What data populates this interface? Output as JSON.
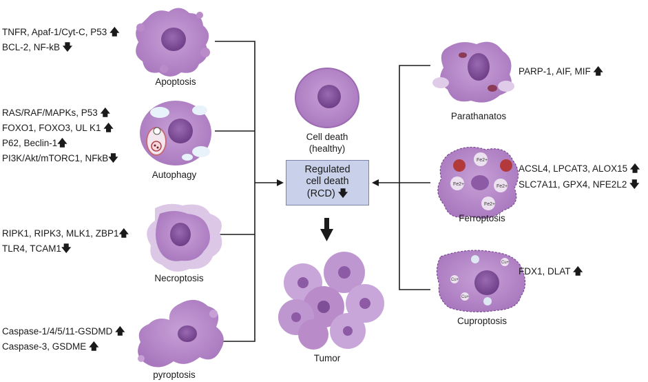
{
  "arrows": {
    "up": "🡅",
    "down": "🡇"
  },
  "left": {
    "apoptosis": {
      "label": "Apoptosis",
      "lines": [
        {
          "text": "TNFR, Apaf-1/Cyt-C, P53",
          "dir": "up"
        },
        {
          "text": "BCL-2, NF-kB",
          "dir": "down"
        }
      ]
    },
    "autophagy": {
      "label": "Autophagy",
      "lines": [
        {
          "text": "RAS/RAF/MAPKs, P53",
          "dir": "up"
        },
        {
          "text": "FOXO1, FOXO3, UL K1",
          "dir": "up"
        },
        {
          "text": "P62, Beclin-1",
          "dir": "up"
        },
        {
          "text": "PI3K/Akt/mTORC1, NFkB",
          "dir": "down"
        }
      ]
    },
    "necroptosis": {
      "label": "Necroptosis",
      "lines": [
        {
          "text": "RIPK1, RIPK3, MLK1, ZBP1",
          "dir": "up"
        },
        {
          "text": "TLR4, TCAM1",
          "dir": "down"
        }
      ]
    },
    "pyroptosis": {
      "label": "pyroptosis",
      "lines": [
        {
          "text": "Caspase-1/4/5/11-GSDMD",
          "dir": "up"
        },
        {
          "text": "Caspase-3, GSDME",
          "dir": "up"
        }
      ]
    }
  },
  "center": {
    "healthy_label_1": "Cell death",
    "healthy_label_2": "(healthy)",
    "rcd_1": "Regulated",
    "rcd_2": "cell death",
    "rcd_3": "(RCD)",
    "tumor_label": "Tumor"
  },
  "right": {
    "parthanatos": {
      "label": "Parathanatos",
      "lines": [
        {
          "text": "PARP-1, AIF, MIF",
          "dir": "up"
        }
      ]
    },
    "ferroptosis": {
      "label": "Ferroptosis",
      "lines": [
        {
          "text": "ACSL4, LPCAT3, ALOX15",
          "dir": "up"
        },
        {
          "text": "SLC7A11, GPX4, NFE2L2",
          "dir": "down"
        }
      ]
    },
    "cuproptosis": {
      "label": "Cuproptosis",
      "lines": [
        {
          "text": "FDX1, DLAT",
          "dir": "up"
        }
      ]
    }
  },
  "cell_labels": {
    "fe": "Fe2+",
    "cu": "Cu+"
  },
  "colors": {
    "cell_fill": "#b98bc9",
    "cell_dark": "#9b6ab0",
    "nucleus": "#7e4e97",
    "rcd_box": "#c9d1ea",
    "line": "#1a1a1a"
  }
}
